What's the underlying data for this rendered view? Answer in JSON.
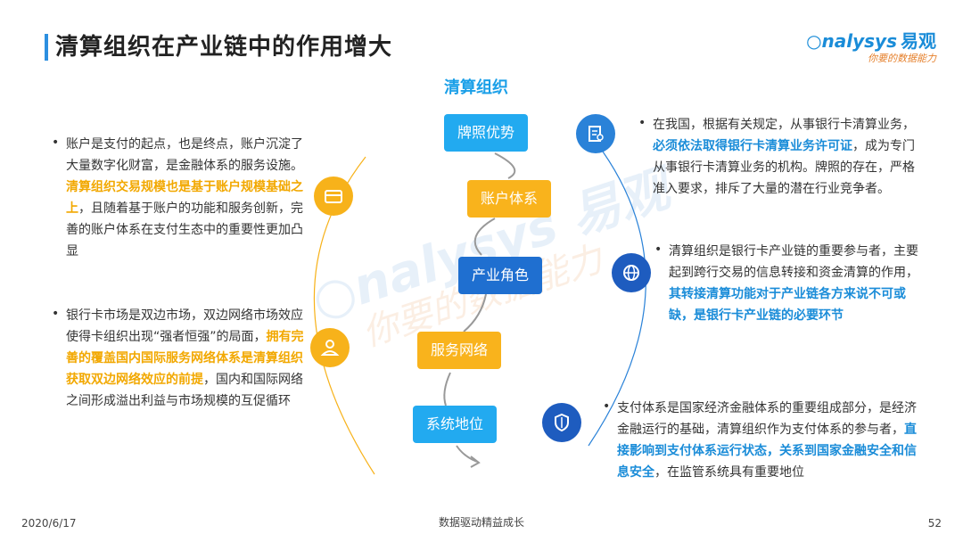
{
  "header": {
    "title": "清算组织在产业链中的作用增大",
    "logo_en": "nalysys",
    "logo_cn": "易观",
    "logo_sub": "你要的数据能力"
  },
  "center": {
    "title": "清算组织",
    "steps": [
      "牌照优势",
      "账户体系",
      "产业角色",
      "服务网络",
      "系统地位"
    ]
  },
  "left": [
    {
      "icon": "card-icon",
      "parts": [
        {
          "t": "账户是支付的起点，也是终点，账户沉淀了大量数字化财富，是金融体系的服务设施。",
          "s": "n"
        },
        {
          "t": "清算组织交易规模也是基于账户规模基础之上",
          "s": "gold"
        },
        {
          "t": "，且随着基于账户的功能和服务创新，完善的账户体系在支付生态中的重要性更加凸显",
          "s": "n"
        }
      ]
    },
    {
      "icon": "user-icon",
      "parts": [
        {
          "t": "银行卡市场是双边市场，双边网络市场效应使得卡组织出现“强者恒强”的局面，",
          "s": "n"
        },
        {
          "t": "拥有完善的覆盖国内国际服务网络体系是清算组织获取双边网络效应的前提",
          "s": "gold"
        },
        {
          "t": "，国内和国际网络之间形成溢出利益与市场规模的互促循环",
          "s": "n"
        }
      ]
    }
  ],
  "right": [
    {
      "icon": "license-icon",
      "parts": [
        {
          "t": "在我国，根据有关规定，从事银行卡清算业务，",
          "s": "n"
        },
        {
          "t": "必须依法取得银行卡清算业务许可证",
          "s": "blue"
        },
        {
          "t": "，成为专门从事银行卡清算业务的机构。牌照的存在，严格准入要求，排斥了大量的潜在行业竞争者。",
          "s": "n"
        }
      ]
    },
    {
      "icon": "network-icon",
      "parts": [
        {
          "t": "清算组织是银行卡产业链的重要参与者，主要起到跨行交易的信息转接和资金清算的作用，",
          "s": "n"
        },
        {
          "t": "其转接清算功能对于产业链各方来说不可或缺，是银行卡产业链的必要环节",
          "s": "blue"
        }
      ]
    },
    {
      "icon": "shield-icon",
      "parts": [
        {
          "t": "支付体系是国家经济金融体系的重要组成部分，是经济金融运行的基础，清算组织作为支付体系的参与者，",
          "s": "n"
        },
        {
          "t": "直接影响到支付体系运行状态，关系到国家金融安全和信息安全",
          "s": "blue"
        },
        {
          "t": "，在监管系统具有重要地位",
          "s": "n"
        }
      ]
    }
  ],
  "footer": {
    "date": "2020/6/17",
    "center": "数据驱动精益成长",
    "page": "52"
  }
}
